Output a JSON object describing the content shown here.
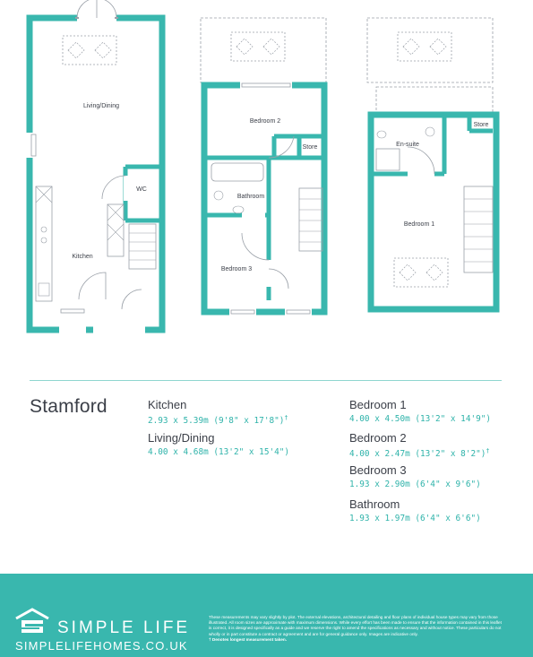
{
  "plan": {
    "ground": {
      "living": "Living/Dining",
      "wc": "WC",
      "kitchen": "Kitchen"
    },
    "first": {
      "bedroom2": "Bedroom 2",
      "store": "Store",
      "bathroom": "Bathroom",
      "bedroom3": "Bedroom 3"
    },
    "second": {
      "ensuite": "En-suite",
      "store": "Store",
      "bedroom1": "Bedroom 1"
    }
  },
  "house_name": "Stamford",
  "rooms_left": [
    {
      "name": "Kitchen",
      "dim": "2.93 x 5.39m (9'8\" x 17'8\")",
      "mark": "†"
    },
    {
      "name": "Living/Dining",
      "dim": "4.00 x 4.68m (13'2\" x 15'4\")",
      "mark": ""
    }
  ],
  "rooms_right": [
    {
      "name": "Bedroom 1",
      "dim": "4.00 x 4.50m (13'2\" x 14'9\")",
      "mark": ""
    },
    {
      "name": "Bedroom 2",
      "dim": "4.00 x 2.47m (13'2\" x 8'2\")",
      "mark": "†"
    },
    {
      "name": "Bedroom 3",
      "dim": "1.93 x 2.90m (6'4\" x 9'6\")",
      "mark": ""
    },
    {
      "name": "Bathroom",
      "dim": "1.93 x 1.97m (6'4\" x 6'6\")",
      "mark": ""
    }
  ],
  "footer": {
    "brand": "SIMPLE LIFE",
    "website": "SIMPLELIFEHOMES.CO.UK",
    "disclaimer": "These measurements may vary slightly by plot. The external elevations, architectural detailing and floor plans of individual house types may vary from those illustrated. All room sizes are approximate with maximum dimensions. While every effort has been made to ensure that the information contained in this leaflet is correct, it is designed specifically as a guide and we reserve the right to amend the specifications as necessary and without notice. These particulars do not wholly or in part constitute a contract or agreement and are for general guidance only. Images are indicative only.",
    "footnote": "† Denotes longest measurement taken."
  },
  "colors": {
    "wall": "#39b7ae",
    "text": "#3b3f48",
    "accent": "#2fb3aa",
    "footer_bg": "#39b7ae"
  }
}
